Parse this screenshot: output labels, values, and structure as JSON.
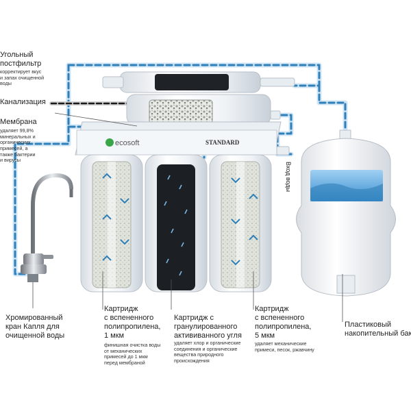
{
  "brand": "ecosoft",
  "model": "STANDARD",
  "inlet_label": "Вход воды",
  "labels": {
    "postfilter_title": "Угольный\nпостфильтр",
    "postfilter_desc": "корректирует вкус\nи запах очищенной\nводы",
    "drain": "Канализация",
    "membrane_title": "Мембрана",
    "membrane_desc": "удаляет 99,8%\nминеральных и\nорганических\nпримесей, а\nтакже бактерии\nи вирусы",
    "faucet": "Хромированный\nкран Капля для\nочищенной воды",
    "cart1_title": "Картридж\nс вспененного\nполипропилена,\n1 мкм",
    "cart1_desc": "финишная очистка воды\nот механических\nпримесей до 1 мкм\nперед мембраной",
    "cart2_title": "Картридж с\nгранулированного\nактививанного угля",
    "cart2_desc": "удаляет хлор и органические\nсоединения и органические\nвещества природного\nпроисхождения",
    "cart3_title": "Картридж\nс вспененного\nполипропилена,\n5 мкм",
    "cart3_desc": "удаляет механические\nпримеси, песок, ржавчину",
    "tank": "Пластиковый\nнакопительный бак"
  },
  "colors": {
    "pipe": "#2f7fb8",
    "pipe_light": "#cfe4f4",
    "drain_pipe": "#1a1a1a",
    "housing": "#eef2f6",
    "carbon": "#1c1f24",
    "sediment": "#d9ddd6",
    "water": "#5aa8df"
  }
}
